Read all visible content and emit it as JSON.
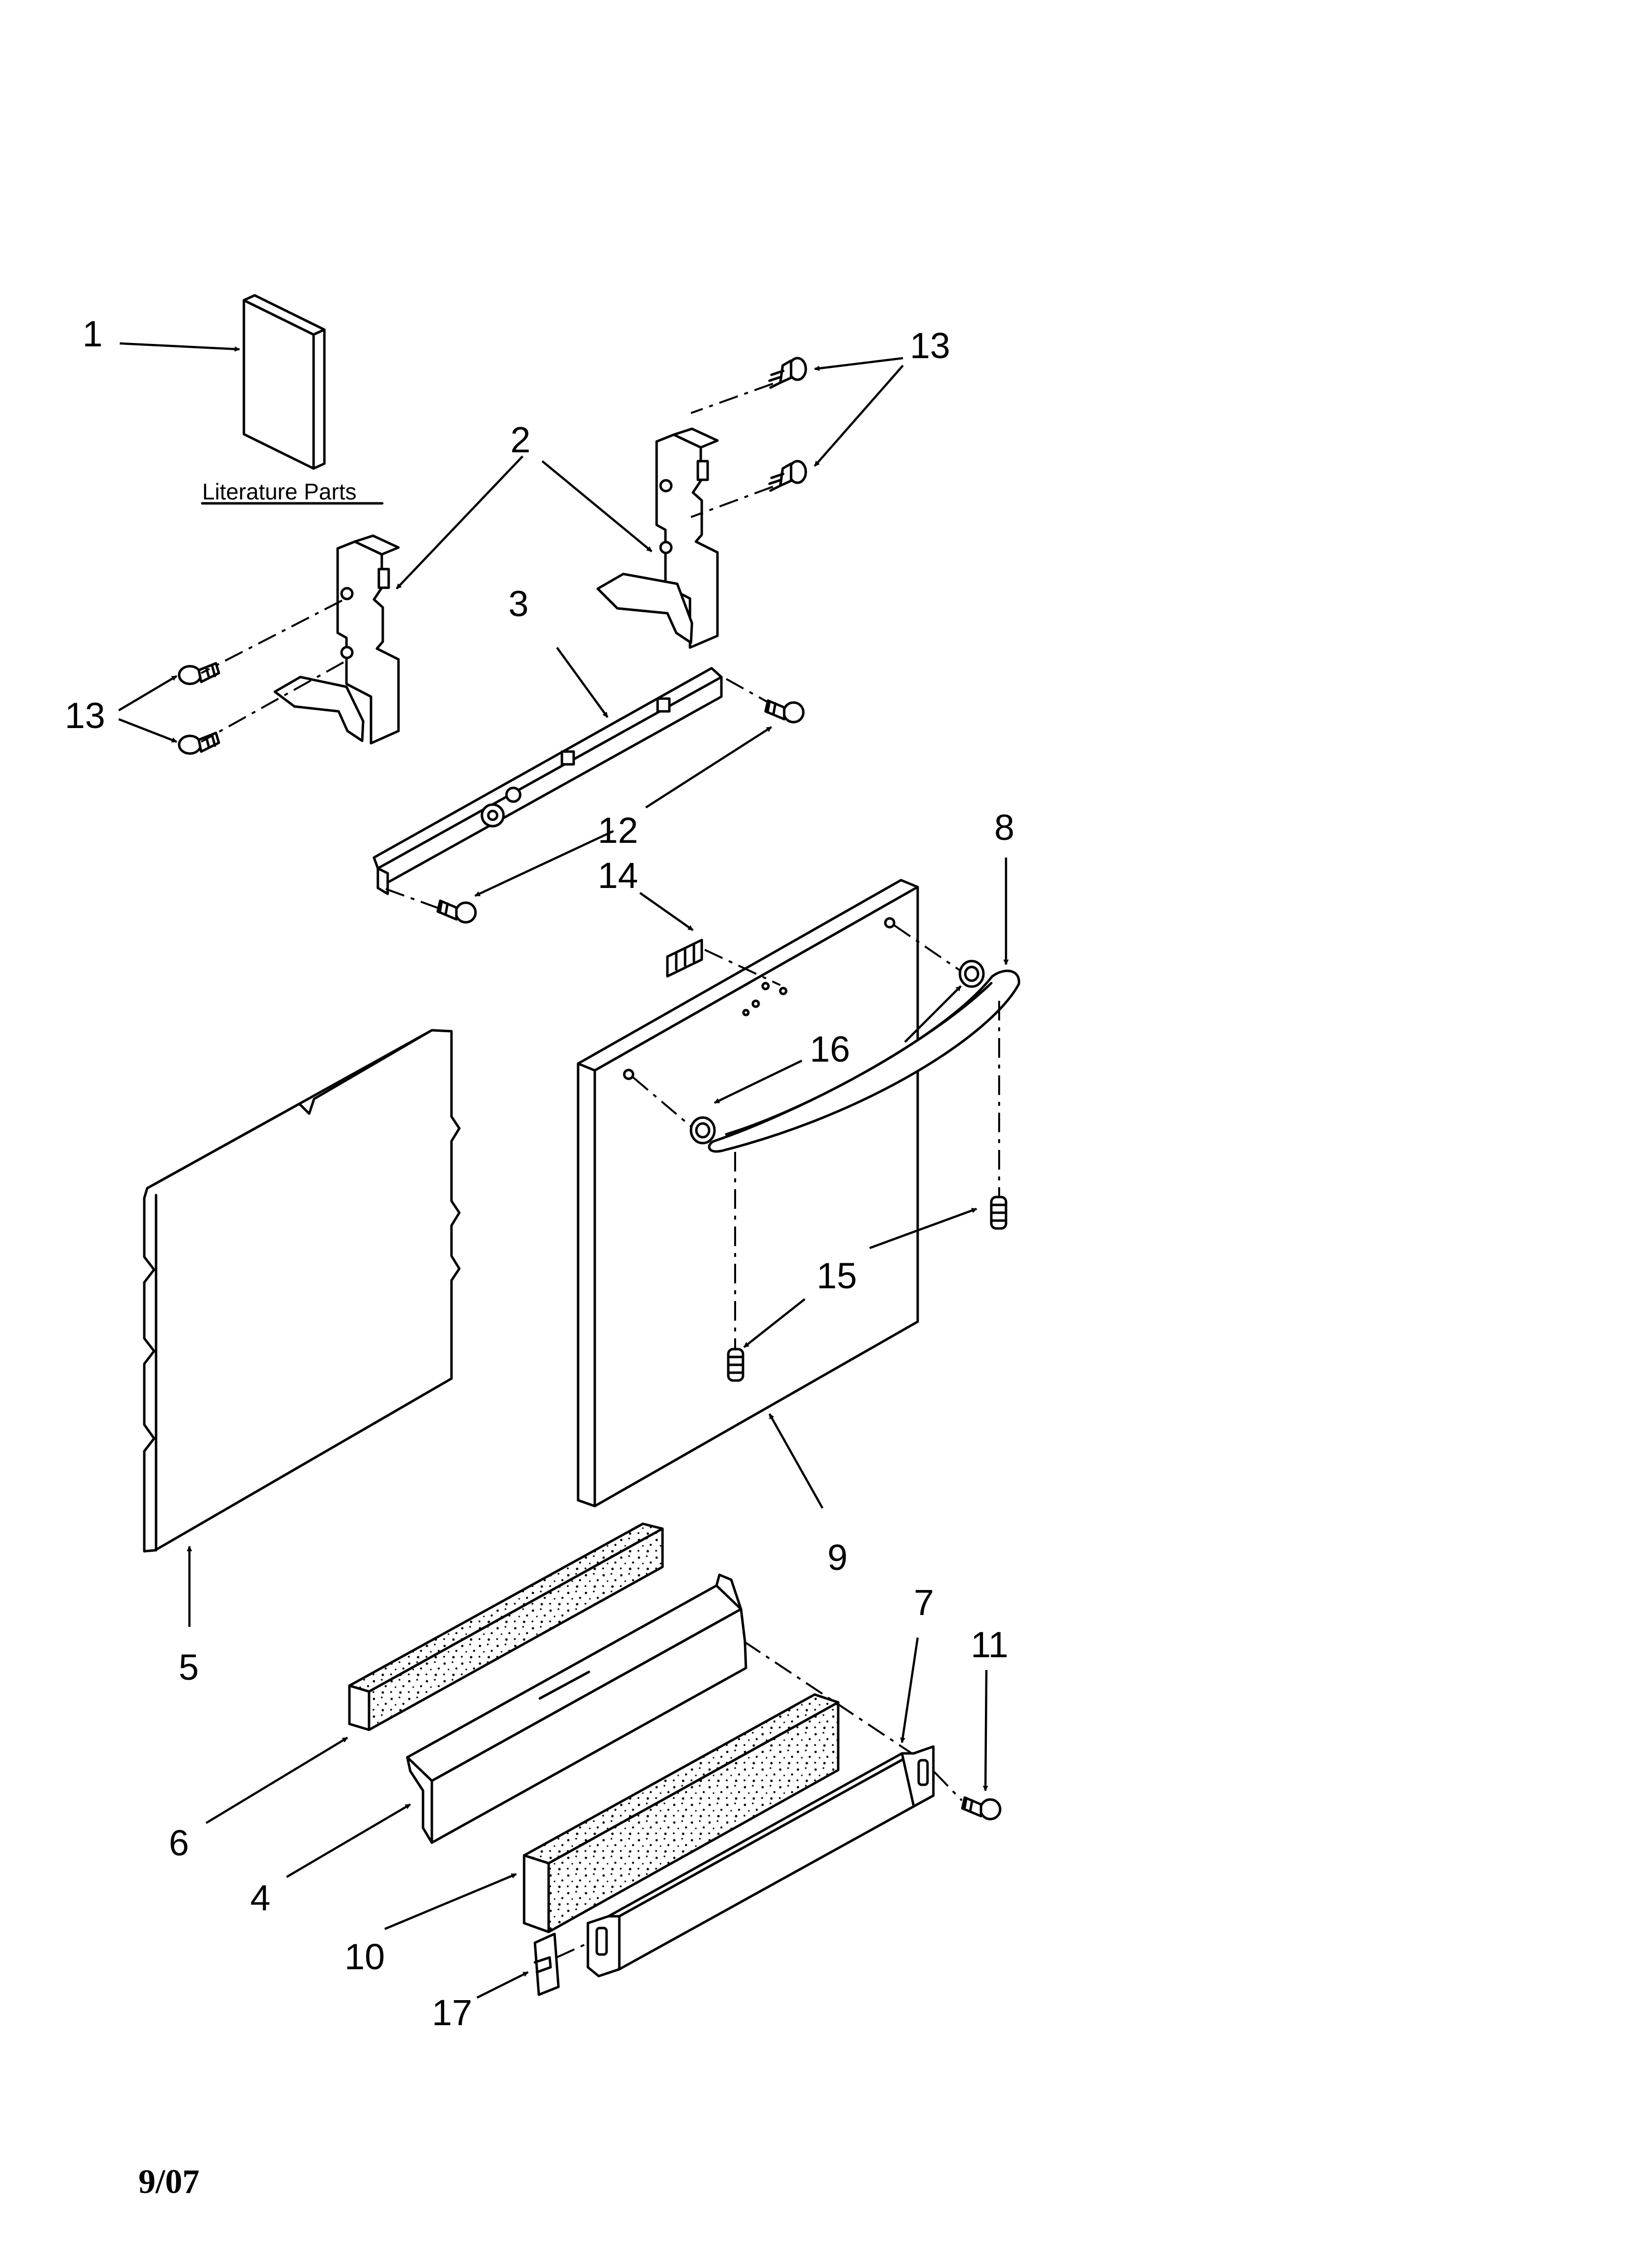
{
  "literature_caption": "Literature Parts",
  "date_stamp": "9/07",
  "callouts": {
    "c1": "1",
    "c2": "2",
    "c3": "3",
    "c4": "4",
    "c5": "5",
    "c6": "6",
    "c7": "7",
    "c8": "8",
    "c9": "9",
    "c10": "10",
    "c11": "11",
    "c12": "12",
    "c13_top": "13",
    "c13_left": "13",
    "c14": "14",
    "c15": "15",
    "c16": "16",
    "c17": "17"
  }
}
